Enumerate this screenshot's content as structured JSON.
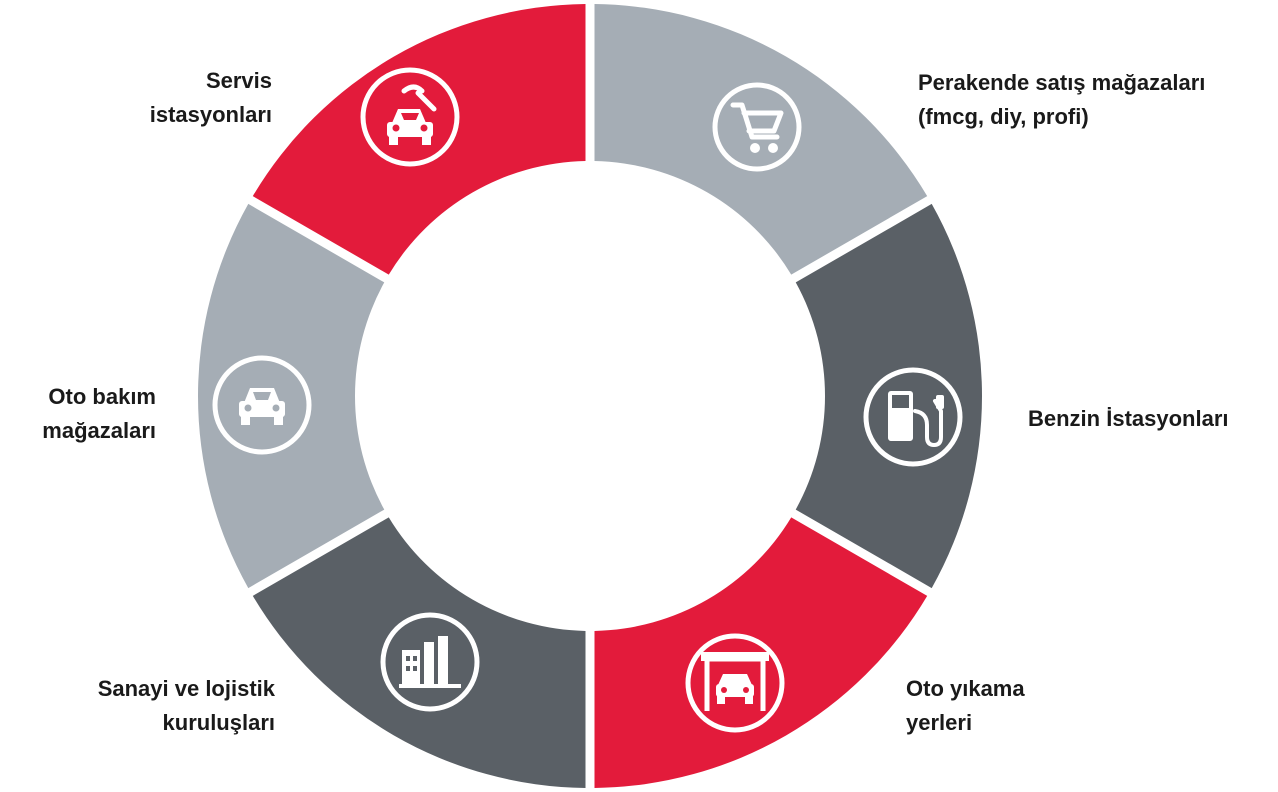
{
  "colors": {
    "red": "#e31b3b",
    "light_gray": "#a5adb5",
    "dark_gray": "#5a6066",
    "icon": "#ffffff"
  },
  "segments": [
    {
      "id": "retail",
      "color": "light_gray",
      "icon": "shopping-cart-icon",
      "label_lines": [
        "Perakende satış mağazaları",
        "(fmcg, diy, profi)"
      ]
    },
    {
      "id": "fuel",
      "color": "dark_gray",
      "icon": "fuel-pump-icon",
      "label_lines": [
        "Benzin İstasyonları"
      ]
    },
    {
      "id": "carwash",
      "color": "red",
      "icon": "car-wash-icon",
      "label_lines": [
        "Oto yıkama",
        "yerleri"
      ]
    },
    {
      "id": "industry",
      "color": "dark_gray",
      "icon": "factory-icon",
      "label_lines": [
        "Sanayi ve lojistik",
        "kuruluşları"
      ]
    },
    {
      "id": "carcare",
      "color": "light_gray",
      "icon": "car-icon",
      "label_lines": [
        "Oto bakım",
        "mağazaları"
      ]
    },
    {
      "id": "service",
      "color": "red",
      "icon": "car-repair-icon",
      "label_lines": [
        "Servis",
        "istasyonları"
      ]
    }
  ]
}
